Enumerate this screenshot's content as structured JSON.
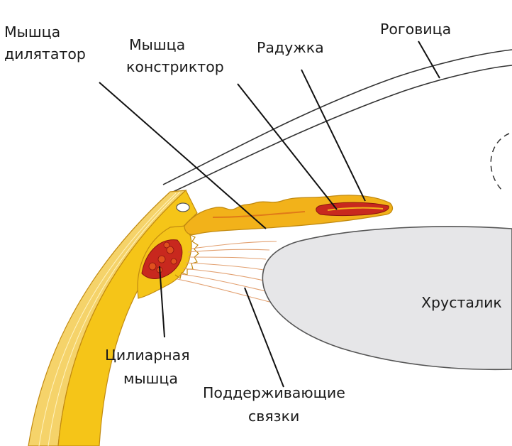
{
  "labels": {
    "dilator_line1": "Мышца",
    "dilator_line2": "дилятатор",
    "constrictor_line1": "Мышца",
    "constrictor_line2": "констриктор",
    "iris": "Радужка",
    "cornea": "Роговица",
    "lens": "Хрусталик",
    "ciliary_line1": "Цилиарная",
    "ciliary_line2": "мышца",
    "zonules_line1": "Поддерживающие",
    "zonules_line2": "связки"
  },
  "colors": {
    "sclera_fill": "#f5c518",
    "sclera_outline": "#c28a10",
    "iris_fill": "#f2b21a",
    "muscle_red": "#c8281e",
    "lens_fill": "#e6e6e8",
    "lens_outline": "#555555",
    "leader_line": "#111111",
    "zonule_fiber": "#e2a070"
  }
}
